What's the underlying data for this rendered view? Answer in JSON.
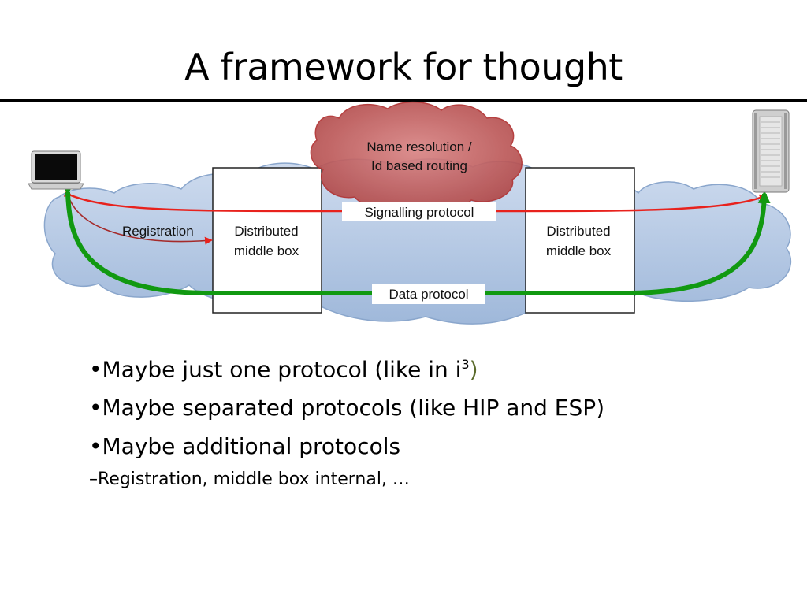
{
  "slide": {
    "title": "A framework for thought"
  },
  "diagram": {
    "cloud_top_line1": "Name resolution  /",
    "cloud_top_line2": "Id based routing",
    "signalling_label": "Signalling protocol",
    "registration_label": "Registration",
    "data_label": "Data protocol",
    "left_box_line1": "Distributed",
    "left_box_line2": "middle box",
    "right_box_line1": "Distributed",
    "right_box_line2": "middle box",
    "left_device_icon": "laptop-icon",
    "right_device_icon": "server-tower-icon",
    "colors": {
      "signalling": "#e8221d",
      "data": "#119911",
      "network_cloud": "#b9cce6",
      "resolution_cloud": "#c46a6a"
    }
  },
  "bullets": {
    "b1_text": "Maybe just one protocol (like in i",
    "b1_sup": "3",
    "b1_close": ")",
    "b2_text": "Maybe separated protocols (like HIP and ESP)",
    "b3_text": "Maybe additional protocols",
    "sub1_text": "Registration, middle box internal, …",
    "bullet_char": "•",
    "dash_char": "–"
  }
}
